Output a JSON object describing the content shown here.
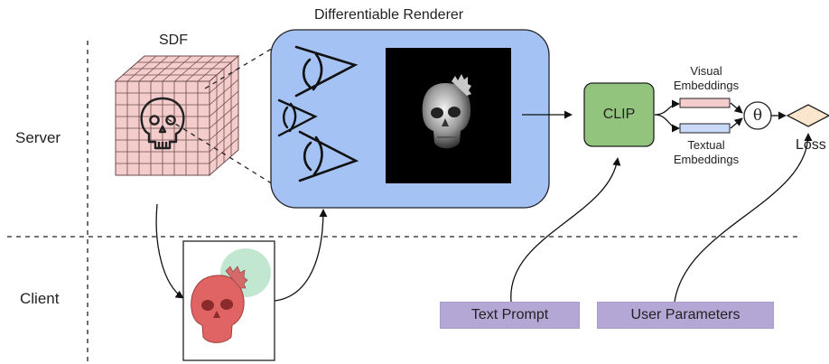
{
  "rows": {
    "server_label": "Server",
    "client_label": "Client"
  },
  "sdf": {
    "label": "SDF",
    "grid_color": "#f4cccc",
    "line_color": "#6b4b4b"
  },
  "renderer": {
    "title": "Differentiable Renderer",
    "panel_color": "#a4c2f4"
  },
  "clip": {
    "label": "CLIP",
    "color": "#93c47d"
  },
  "embeddings": {
    "visual_label": "Visual\nEmbeddings",
    "visual_color": "#f4cccc",
    "textual_label": "Textual\nEmbeddings",
    "textual_color": "#c9daf8"
  },
  "similarity_symbol": "θ",
  "loss": {
    "label": "Loss",
    "color": "#fce5cd"
  },
  "inputs": {
    "text_prompt": "Text Prompt",
    "user_parameters": "User Parameters",
    "color": "#b4a7d6"
  },
  "icons": [
    "skull-icon",
    "eye-icon",
    "skull-render",
    "skull-preview"
  ]
}
